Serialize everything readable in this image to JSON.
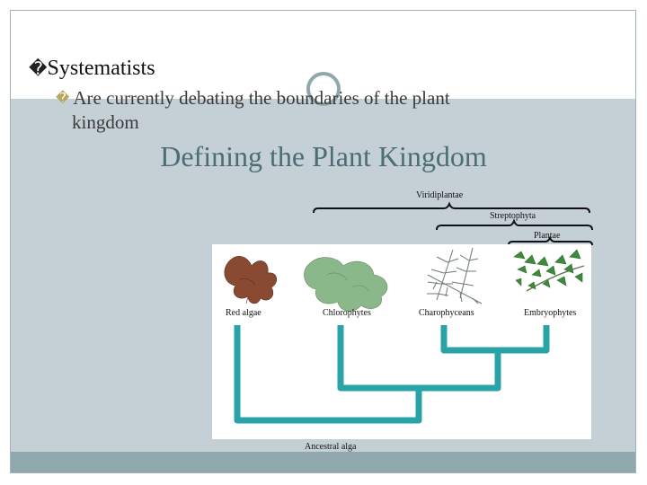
{
  "bullets": {
    "level1_marker": "�",
    "level1_text": "Systematists",
    "level2_marker": "�",
    "level2_text_line1": "Are currently debating the boundaries of the plant",
    "level2_text_line2": "kingdom"
  },
  "slide_title": "Defining the Plant Kingdom",
  "diagram": {
    "bracket_labels": {
      "viridiplantae": "Viridiplantae",
      "streptophyta": "Streptophyta",
      "plantae": "Plantae"
    },
    "taxa": [
      "Red algae",
      "Chlorophytes",
      "Charophyceans",
      "Embryophytes"
    ],
    "root_label": "Ancestral alga",
    "colors": {
      "tree": "#2aa3a8",
      "red_algae": "#8a4a32",
      "chlorophytes": "#8ab88a",
      "charophyceans": "#7f8c82",
      "embryophytes": "#3f8a3a"
    }
  }
}
